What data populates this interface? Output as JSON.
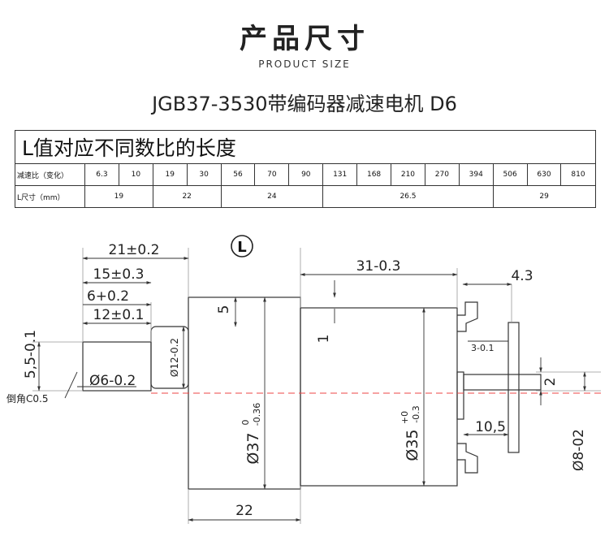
{
  "header": {
    "title": "产品尺寸",
    "subtitle": "PRODUCT SIZE",
    "model": "JGB37-3530带编码器减速电机 D6"
  },
  "table": {
    "caption": "L值对应不同数比的长度",
    "ratio_label": "减速比（变化）",
    "length_label": "L尺寸（mm）",
    "ratios": [
      "6.3",
      "10",
      "19",
      "30",
      "56",
      "70",
      "90",
      "131",
      "168",
      "210",
      "270",
      "394",
      "506",
      "630",
      "810"
    ],
    "lengths": [
      "19",
      "22",
      "24",
      "26.5",
      "29"
    ]
  },
  "drawing": {
    "dim_21": "21±0.2",
    "dim_15": "15±0.3",
    "dim_6": "6+0.2",
    "dim_12": "12±0.1",
    "dim_5_5": "5,5-0.1",
    "chamfer": "倒角C0.5",
    "dim_d6": "Ø6-0.2",
    "dim_d12": "Ø12-0.2",
    "dim_5": "5",
    "dim_1": "1",
    "dim_31": "31-0.3",
    "dim_4_3": "4.3",
    "dim_3": "3-0.1",
    "dim_2": "2",
    "dim_10_5": "10,5",
    "dim_d8": "Ø8-02",
    "dim_d37": "Ø37",
    "dim_d37_tol_top": "0",
    "dim_d37_tol_bot": "-0.36",
    "dim_d35": "Ø35",
    "dim_d35_tol_top": "+0",
    "dim_d35_tol_bot": "-0.3",
    "dim_22": "22",
    "l_marker": "L"
  }
}
